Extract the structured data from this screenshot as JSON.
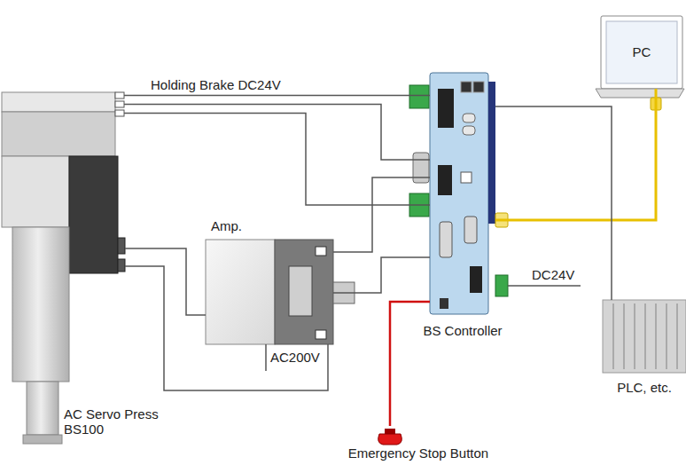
{
  "diagram": {
    "nodes": [
      {
        "text": [
          "AC Servo Press BS100"
        ]
      },
      {
        "text": [
          "Amp."
        ]
      },
      {
        "text": [
          "BS Controller"
        ]
      },
      {
        "text": [
          "PC"
        ]
      },
      {
        "text": [
          "PLC, etc."
        ]
      },
      {
        "text": [
          "Emergency Stop Button"
        ]
      }
    ],
    "edges": [
      {
        "from": 0,
        "to": 2,
        "arrow": "none",
        "label": "Holding Brake DC24V"
      },
      {
        "from": 0,
        "to": 2,
        "arrow": "none"
      },
      {
        "from": 0,
        "to": 2,
        "arrow": "none"
      },
      {
        "from": 0,
        "to": 1,
        "arrow": "none"
      },
      {
        "from": 0,
        "to": 1,
        "arrow": "none"
      },
      {
        "from": 1,
        "to": 2,
        "arrow": "none"
      },
      {
        "from": 1,
        "to": 2,
        "arrow": "none"
      },
      {
        "from": 3,
        "to": 2,
        "arrow": "none"
      },
      {
        "from": 2,
        "to": 4,
        "arrow": "none"
      },
      {
        "from": 2,
        "to": 5,
        "arrow": "none"
      }
    ],
    "labels": [
      "AC200V",
      "DC24V"
    ]
  }
}
